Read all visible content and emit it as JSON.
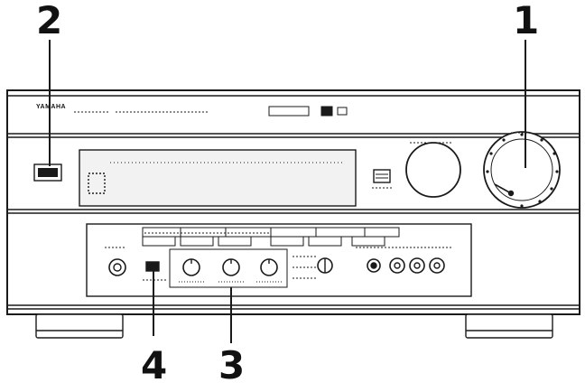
{
  "callouts": {
    "one": "1",
    "two": "2",
    "three": "3",
    "four": "4"
  },
  "panel": {
    "brand": "YAMAHA"
  },
  "colors": {
    "line": "#1a1a1a",
    "panel": "#ffffff",
    "display": "#f2f2f2"
  }
}
